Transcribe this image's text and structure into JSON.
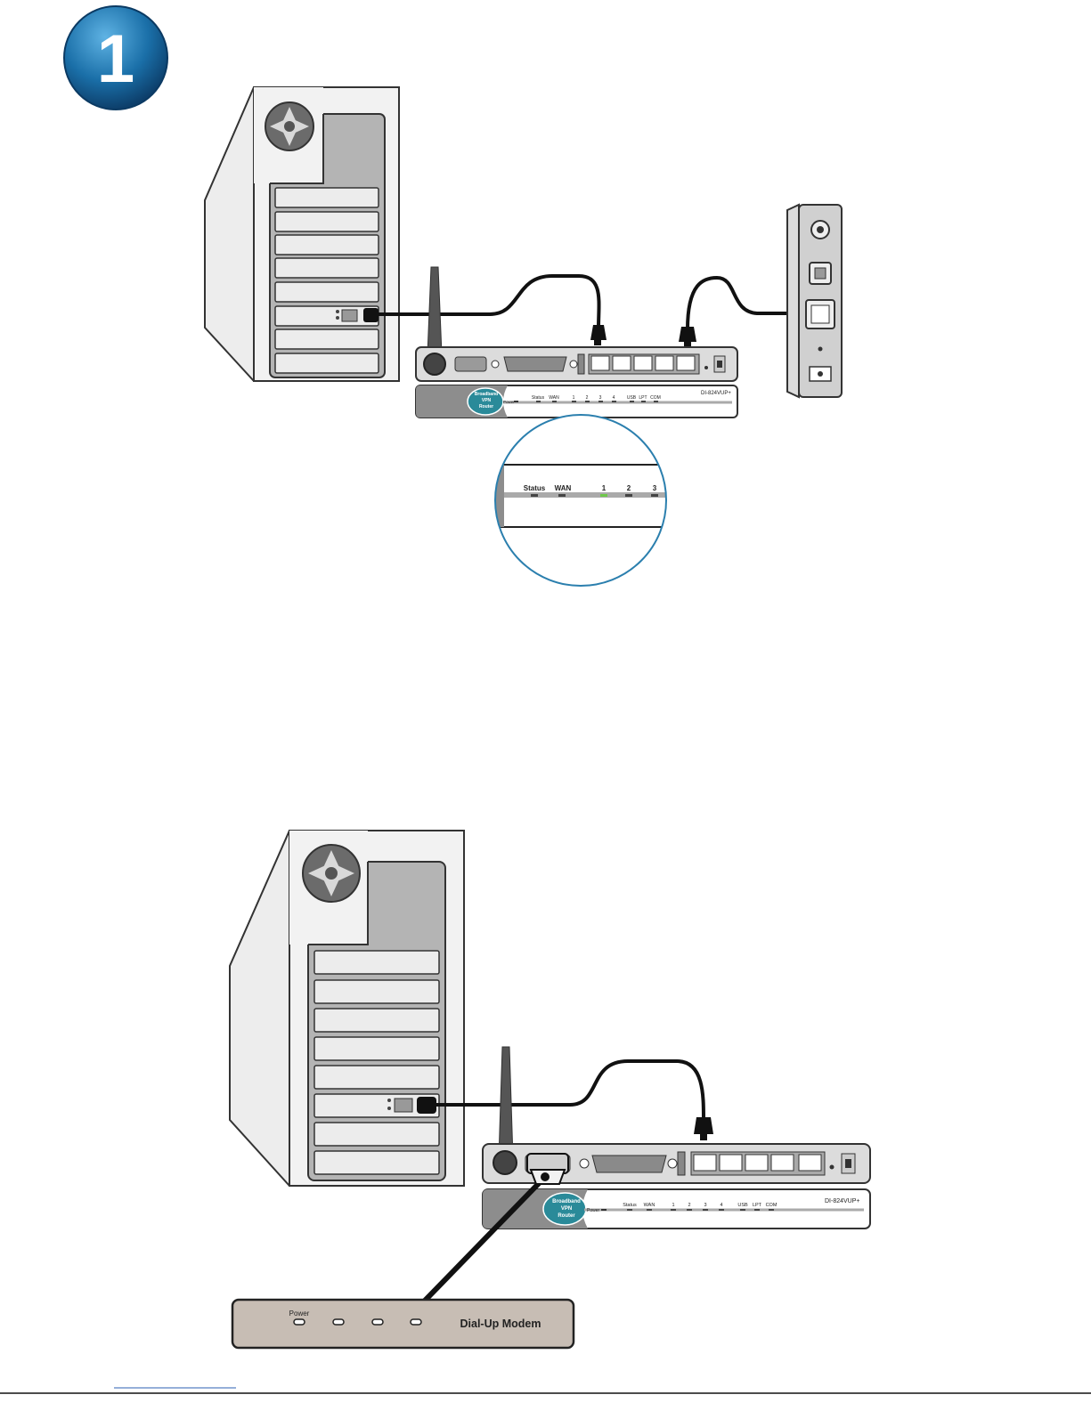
{
  "step": {
    "number": "1"
  },
  "top_diagram": {
    "router": {
      "badge": [
        "Broadband",
        "VPN",
        "Router"
      ],
      "power_label": "Power",
      "led_labels": [
        "Status",
        "WAN",
        "1",
        "2",
        "3",
        "4",
        "USB",
        "LPT",
        "COM"
      ],
      "model": "DI-824VUP+"
    },
    "zoom": {
      "led_labels": [
        "Status",
        "WAN",
        "1",
        "2",
        "3"
      ],
      "active_led_color": "#6ec84a"
    }
  },
  "bottom_diagram": {
    "router": {
      "badge": [
        "Broadband",
        "VPN",
        "Router"
      ],
      "power_label": "Power",
      "led_labels": [
        "Status",
        "WAN",
        "1",
        "2",
        "3",
        "4",
        "USB",
        "LPT",
        "COM"
      ],
      "model": "DI-824VUP+"
    },
    "modem": {
      "power_label": "Power",
      "name": "Dial-Up Modem"
    }
  },
  "colors": {
    "badge_blue": "#1a6fa8",
    "router_teal": "#2a8a99",
    "zoom_circle": "#2b7fae",
    "modem_fill": "#c7bdb4"
  }
}
